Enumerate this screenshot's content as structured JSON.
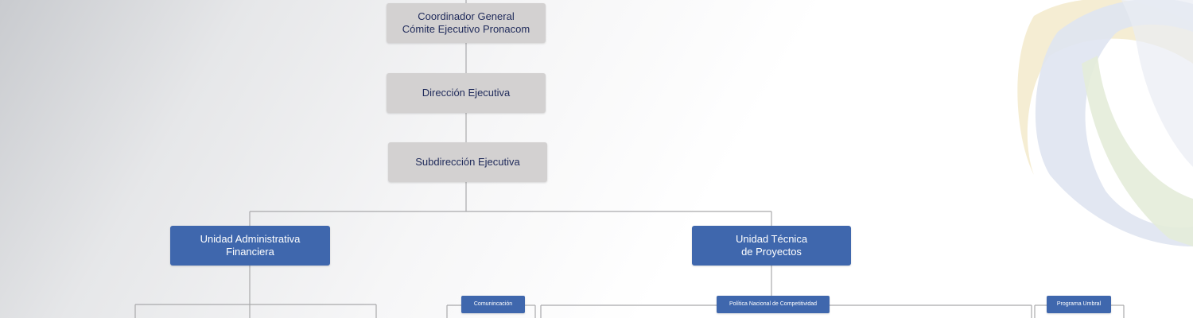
{
  "colors": {
    "gray_box": "#d3d1d1",
    "blue_box": "#3f67ad",
    "gray_text": "#1f2a5a",
    "connector": "#a9a9ab"
  },
  "nodes": {
    "coordinador": "Coordinador General\nCómite Ejecutivo Pronacom",
    "direccion": "Dirección Ejecutiva",
    "subdireccion": "Subdirección Ejecutiva",
    "uaf": "Unidad Administrativa\nFinanciera",
    "utp": "Unidad Técnica\nde Proyectos",
    "comunicacion": "Comunincación",
    "politica": "Política Nacional de Competitividad",
    "umbral": "Programa Umbral"
  }
}
